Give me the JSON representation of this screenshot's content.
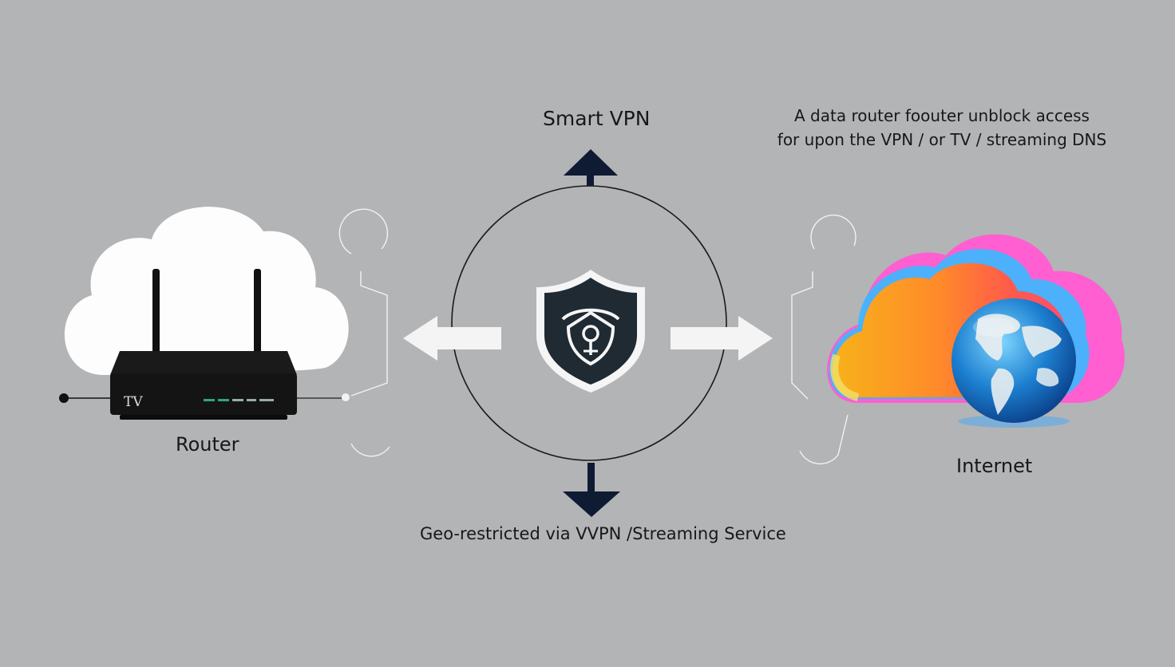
{
  "labels": {
    "top": "Smart VPN",
    "note_line1": "A data router foouter unblock access",
    "note_line2": "for upon the VPN / or TV /  streaming DNS",
    "router": "Router",
    "router_device_text": "TV",
    "internet": "Internet",
    "bottom": "Geo-restricted via VVPN /Streaming Service"
  },
  "icons": {
    "left_cloud": "cloud-icon",
    "router": "router-icon",
    "center": "shield-icon",
    "right_cloud": "colorful-cloud-icon",
    "globe": "globe-icon"
  },
  "colors": {
    "background": "#b3b4b6",
    "navy": "#0f1a33",
    "shield": "#1f2a33",
    "arrow_white": "#f4f4f4"
  }
}
